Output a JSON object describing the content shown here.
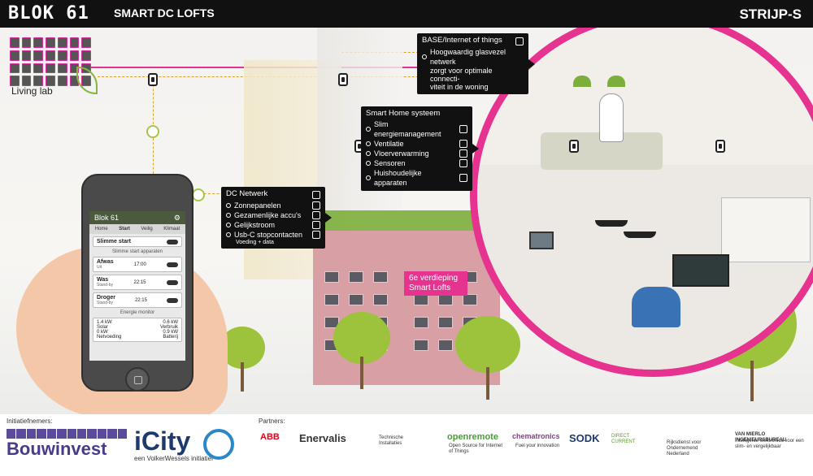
{
  "header": {
    "brand": "BLOK 61",
    "subtitle": "SMART DC LOFTS",
    "location": "STRIJP-S"
  },
  "living_lab": {
    "label": "Living lab"
  },
  "callouts": {
    "base": {
      "title": "BASE/Internet of things",
      "lines": [
        "Hoogwaardig glasvezel netwerk",
        "zorgt voor optimale connecti-",
        "viteit in de woning"
      ]
    },
    "smart_home": {
      "title": "Smart Home systeem",
      "items": [
        "Slim energiemanagement",
        "Ventilatie",
        "Vloerverwarming",
        "Sensoren",
        "Huishoudelijke apparaten"
      ]
    },
    "dc_network": {
      "title": "DC Netwerk",
      "items": [
        "Zonnepanelen",
        "Gezamenlijke accu's",
        "Gelijkstroom",
        "Usb-C stopcontacten"
      ],
      "note": "Voeding + data"
    }
  },
  "pink_label": {
    "line1": "6e verdieping",
    "line2": "Smart Lofts"
  },
  "phone": {
    "app_title": "Blok 61",
    "tabs": [
      "Home",
      "Start",
      "Veilig",
      "Klimaat"
    ],
    "smart_start": "Slimme start",
    "devices_header": "Slimme start apparaten",
    "devices": [
      {
        "name": "Afwas",
        "status": "Uit",
        "time": "17:00"
      },
      {
        "name": "Was",
        "status": "Stand-by",
        "time": "22:15"
      },
      {
        "name": "Droger",
        "status": "Stand-by",
        "time": "22:15"
      }
    ],
    "energy_header": "Energie monitor",
    "solar_value": "1.4 kW",
    "solar_label": "Solar",
    "center_value": "0.6 kW",
    "center_label": "Verbruik",
    "grid_value": "0 kW",
    "grid_label": "Netvoeding",
    "battery_value": "0.9 kW",
    "battery_label": "Batterij"
  },
  "footer": {
    "initiators_label": "Initiatiefnemers:",
    "bouwinvest": "Bouwinvest",
    "icity": "iCity",
    "icity_sub": "een VolkerWessels initiatief",
    "partners_label": "Partners:",
    "partners": [
      "ABB",
      "Enervalis",
      "Technische Installaties",
      "openremote",
      "chematronics",
      "SODK",
      "DIRECT CURRENT",
      "Rijksdienst voor Ondernemend Nederland",
      "VAN MIERLO INGENIEURSBUREAU"
    ],
    "openremote_sub": "Open Source for Internet of Things",
    "chematronics_sub": "Fuel your innovation",
    "vanmierlo_sub": "Intelligente elektronica voor een slim- en vergelijkbaar"
  }
}
